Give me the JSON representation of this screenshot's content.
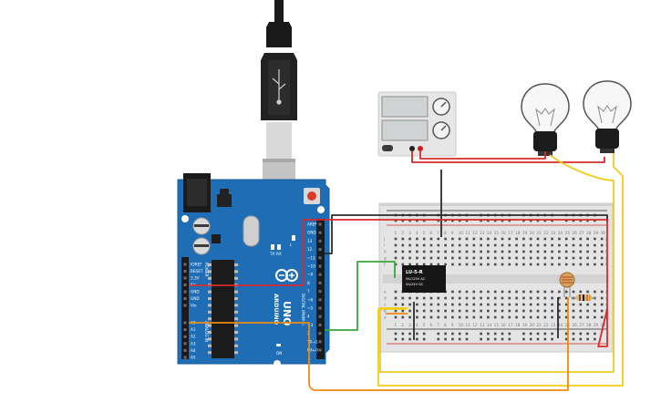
{
  "canvas": {
    "background": "#ffffff"
  },
  "arduino": {
    "brand": "ARDUINO",
    "model": "UNO",
    "digital_header_label": "DIGITAL (PWM~)",
    "power_header_label": "POWER",
    "analog_header_label": "ANALOG IN",
    "led_labels": [
      "TX",
      "RX",
      "L"
    ],
    "power_pins": [
      "IOREF",
      "RESET",
      "3.3V",
      "5V",
      "GND",
      "GND",
      "Vin"
    ],
    "analog_pins": [
      "A0",
      "A1",
      "A2",
      "A3",
      "A4",
      "A5"
    ],
    "digital_pins": [
      "AREF",
      "GND",
      "13",
      "12",
      "~11",
      "~10",
      "~9",
      "8",
      "7",
      "~6",
      "~5",
      "4",
      "~3",
      "2",
      "TX→1",
      "RX←0"
    ],
    "on_label": "ON",
    "board_color": "#1f6db5"
  },
  "relay": {
    "model": "LU-5-R",
    "rating_1": "5A/125V AC",
    "rating_2": "5A/24V  DC"
  },
  "breadboard": {
    "column_numbers": [
      "1",
      "2",
      "3",
      "4",
      "5",
      "6",
      "7",
      "8",
      "9",
      "10",
      "11",
      "12",
      "13",
      "14",
      "15",
      "16",
      "17",
      "18",
      "19",
      "20",
      "21",
      "22",
      "23",
      "24",
      "25",
      "26",
      "27",
      "28",
      "29",
      "30"
    ],
    "row_letters_top": [
      "j",
      "i",
      "h",
      "g",
      "f"
    ],
    "row_letters_bottom": [
      "e",
      "d",
      "c",
      "b",
      "a"
    ]
  },
  "power_supply": {
    "color": "#e6e6e6"
  },
  "wire_colors": {
    "red": "#d62b2b",
    "black": "#2b2b2b",
    "yellow": "#f2cc1d",
    "orange": "#ef8a12",
    "green": "#3aa63a"
  }
}
